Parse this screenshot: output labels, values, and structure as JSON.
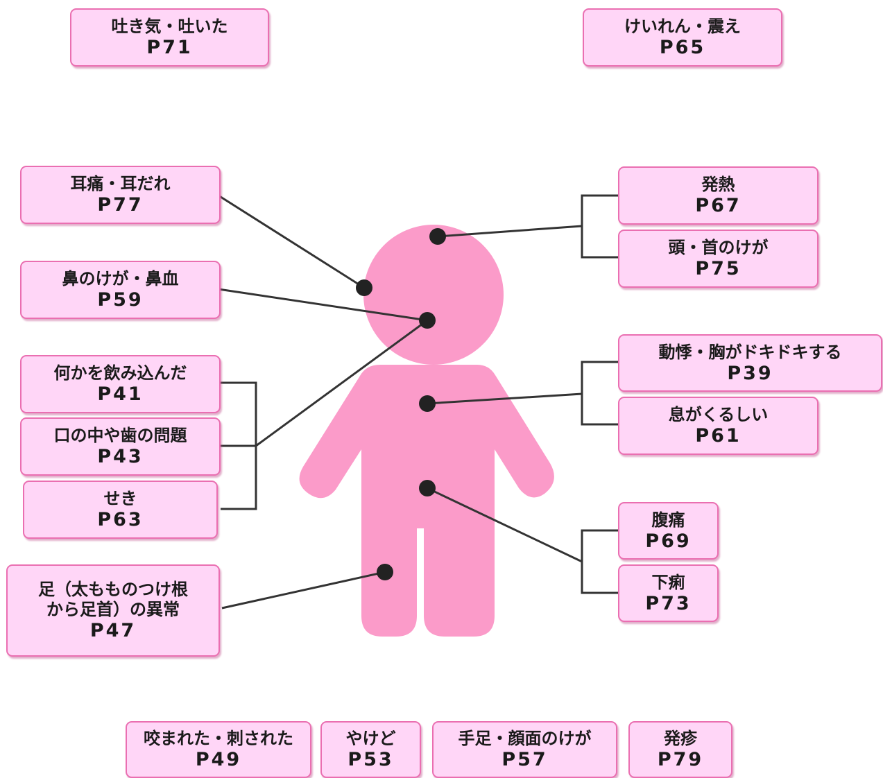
{
  "colors": {
    "figure": "#fb9bc9",
    "box_fill": "#ffd6f7",
    "box_border": "#ea6fb1",
    "connector": "#333333",
    "dot": "#222222"
  },
  "boxes": {
    "nausea": {
      "label": "吐き気・吐いた",
      "page": "P71"
    },
    "seizure": {
      "label": "けいれん・震え",
      "page": "P65"
    },
    "earache": {
      "label": "耳痛・耳だれ",
      "page": "P77"
    },
    "fever": {
      "label": "発熱",
      "page": "P67"
    },
    "head_injury": {
      "label": "頭・首のけが",
      "page": "P75"
    },
    "nose": {
      "label": "鼻のけが・鼻血",
      "page": "P59"
    },
    "palpitation": {
      "label": "動悸・胸がドキドキする",
      "page": "P39"
    },
    "swallowed": {
      "label": "何かを飲み込んだ",
      "page": "P41"
    },
    "breathing": {
      "label": "息がくるしい",
      "page": "P61"
    },
    "mouth": {
      "label": "口の中や歯の問題",
      "page": "P43"
    },
    "cough": {
      "label": "せき",
      "page": "P63"
    },
    "stomachache": {
      "label": "腹痛",
      "page": "P69"
    },
    "diarrhea": {
      "label": "下痢",
      "page": "P73"
    },
    "leg": {
      "label": "足（太もものつけ根",
      "label2": "から足首）の異常",
      "page": "P47"
    },
    "bites": {
      "label": "咬まれた・刺された",
      "page": "P49"
    },
    "burn": {
      "label": "やけど",
      "page": "P53"
    },
    "limb_face": {
      "label": "手足・顔面のけが",
      "page": "P57"
    },
    "rash": {
      "label": "発疹",
      "page": "P79"
    }
  }
}
